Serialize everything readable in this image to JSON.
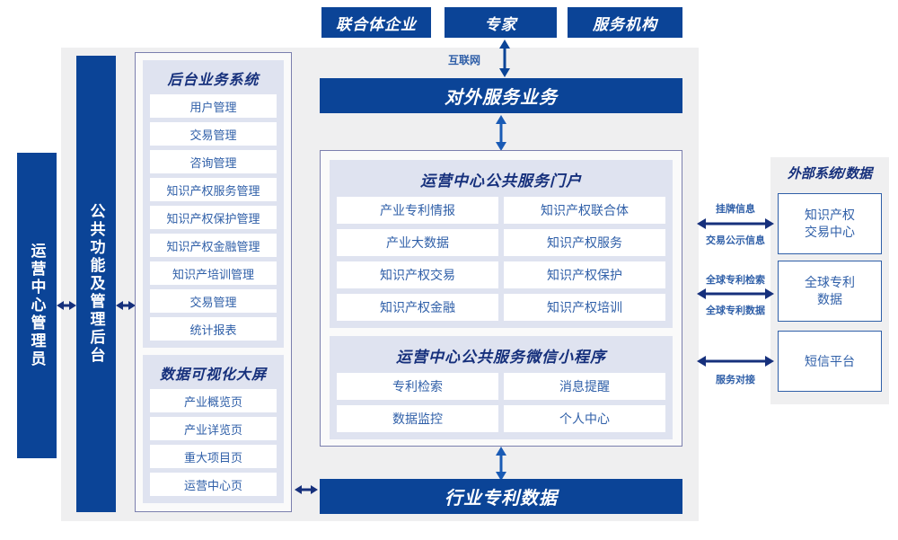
{
  "colors": {
    "brand_blue": "#0b4497",
    "panel_gray": "#efeff0",
    "group_lavender": "#dfe3f0",
    "frame_border": "#7b7fae",
    "text_blue": "#2f5fa8",
    "title_blue": "#16307c"
  },
  "top_actors": [
    {
      "label": "联合体企业"
    },
    {
      "label": "专家"
    },
    {
      "label": "服务机构"
    }
  ],
  "connectors": {
    "internet": "互联网",
    "external": [
      {
        "above": "挂牌信息",
        "below": "交易公示信息"
      },
      {
        "above": "全球专利检索",
        "below": "全球专利数据"
      },
      {
        "above": "",
        "below": "服务对接"
      }
    ]
  },
  "left_roles": [
    {
      "label": "运营中心管理员"
    },
    {
      "label": "公共功能及管理后台"
    }
  ],
  "backoffice": {
    "title": "后台业务系统",
    "items": [
      "用户管理",
      "交易管理",
      "咨询管理",
      "知识产权服务管理",
      "知识产权保护管理",
      "知识产权金融管理",
      "知识产培训管理",
      "交易管理",
      "统计报表"
    ]
  },
  "dashboard": {
    "title": "数据可视化大屏",
    "items": [
      "产业概览页",
      "产业详览页",
      "重大项目页",
      "运营中心页"
    ]
  },
  "external_service_bar": {
    "label": "对外服务业务"
  },
  "portal": {
    "title": "运营中心公共服务门户",
    "items": [
      "产业专利情报",
      "知识产权联合体",
      "产业大数据",
      "知识产权服务",
      "知识产权交易",
      "知识产权保护",
      "知识产权金融",
      "知识产权培训"
    ]
  },
  "miniprogram": {
    "title": "运营中心公共服务微信小程序",
    "items": [
      "专利检索",
      "消息提醒",
      "数据监控",
      "个人中心"
    ]
  },
  "bottom_bar": {
    "label": "行业专利数据"
  },
  "external_panel": {
    "title": "外部系统/数据",
    "items": [
      "知识产权\n交易中心",
      "全球专利\n数据",
      "短信平台"
    ]
  }
}
